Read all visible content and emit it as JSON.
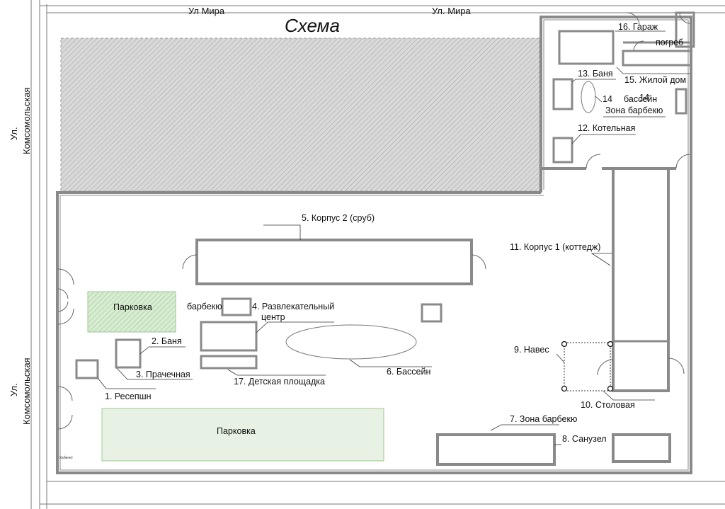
{
  "title": "Схема",
  "streets": {
    "top_left": "Ул Мира",
    "top_right": "Ул. Мира",
    "left_upper_1": "Ул.",
    "left_upper_2": "Комсомольская",
    "left_lower_1": "Ул.",
    "left_lower_2": "Комсомольская"
  },
  "labels": {
    "garage": "16. Гараж",
    "cellar": "погреб",
    "bath_13": "13. Баня",
    "house": "15. Жилой дом",
    "pool_14a": "14",
    "pool_14b": "бассейн",
    "pool_14c": "14",
    "bbq_zone_top": "Зона барбекю",
    "boiler": "12. Котельная",
    "corpus2": "5. Корпус 2 (сруб)",
    "corpus1": "11. Корпус 1 (коттедж)",
    "parking_small": "Парковка",
    "bbq_small": "барбекю",
    "entertainment_1": "4. Развлекательный",
    "entertainment_2": "центр",
    "bath_2": "2. Баня",
    "laundry": "3. Прачечная",
    "reception": "1. Ресепшн",
    "playground": "17. Детская площадка",
    "pool_6": "6. Бассейн",
    "canopy": "9. Навес",
    "canteen": "10. Столовая",
    "parking_large": "Парковка",
    "bbq_zone_7": "7. Зона барбекю",
    "toilet": "8. Санузел",
    "cabinet": "Кабинет"
  },
  "colors": {
    "wall": "#8a8a8a",
    "hatch_area": "#d0d0d0",
    "parking_small_fill": "#d6ead0",
    "parking_large_fill": "#e8f2e4"
  }
}
